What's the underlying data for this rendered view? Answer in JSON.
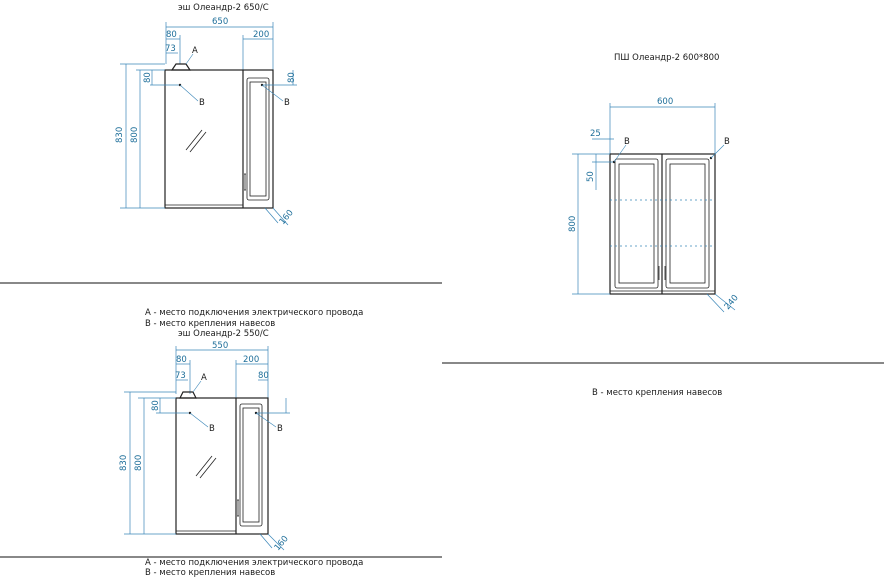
{
  "drawing1": {
    "title": "эш Олеандр-2 650/С",
    "dims": {
      "w": "650",
      "d80": "80",
      "d73": "73",
      "d200": "200",
      "h830": "830",
      "h800": "800",
      "v80l": "80",
      "v80r": "80",
      "diag": "160"
    },
    "markA": "А",
    "markB1": "В",
    "markB2": "В",
    "legendA": "А - место подключения электрического провода",
    "legendB": "В - место крепления навесов"
  },
  "drawing2": {
    "title": "эш Олеандр-2 550/С",
    "dims": {
      "w": "550",
      "d80": "80",
      "d73": "73",
      "d200": "200",
      "h830": "830",
      "h800": "800",
      "v80l": "80",
      "v80r": "80",
      "diag": "160"
    },
    "markA": "А",
    "markB1": "В",
    "markB2": "В",
    "legendA": "А - место подключения электрического провода",
    "legendB": "В - место крепления навесов"
  },
  "drawing3": {
    "title": "ПШ Олеандр-2 600*800",
    "dims": {
      "w": "600",
      "d25": "25",
      "v50": "50",
      "h800": "800",
      "diag": "240"
    },
    "markB1": "В",
    "markB2": "В",
    "legendB": "В - место крепления навесов"
  },
  "colors": {
    "dimension": "#1f6f9a",
    "line": "#222222"
  }
}
